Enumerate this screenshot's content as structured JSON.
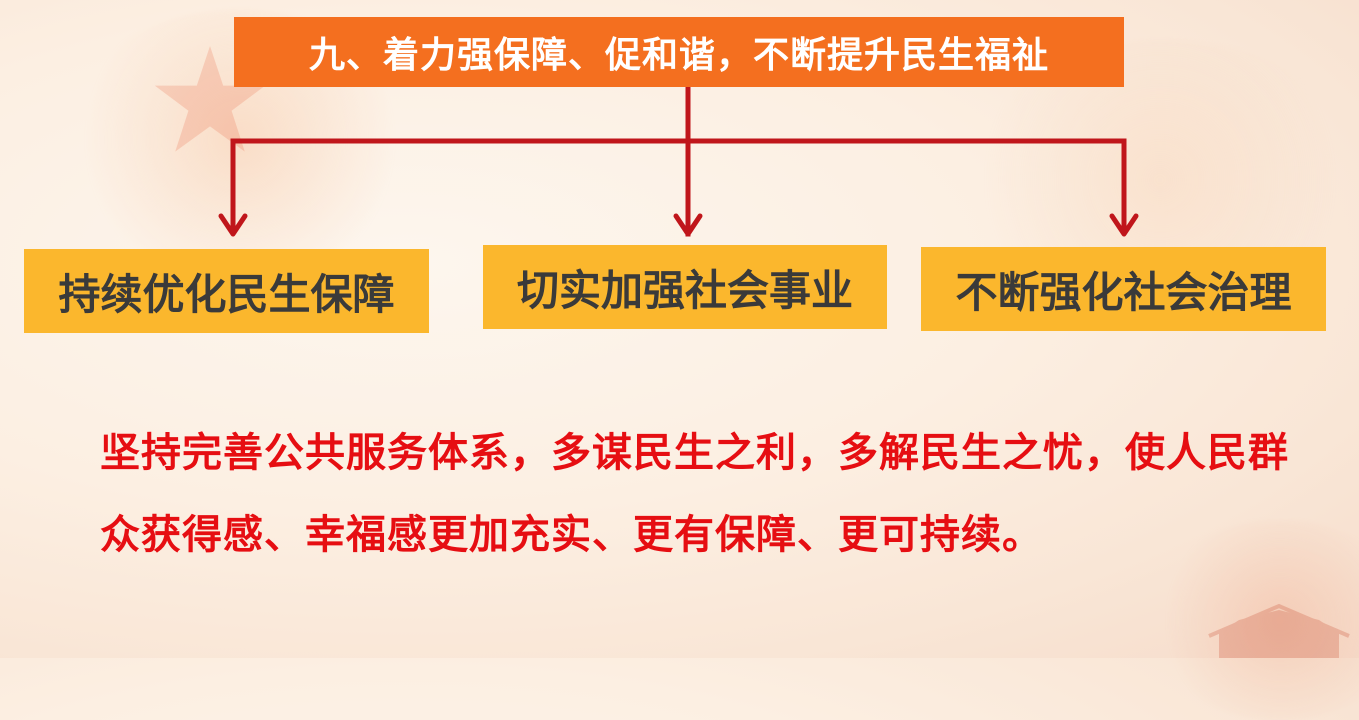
{
  "title": "九、着力强保障、促和谐，不断提升民生福祉",
  "branches": [
    {
      "label": "持续优化民生保障"
    },
    {
      "label": "切实加强社会事业"
    },
    {
      "label": "不断强化社会治理"
    }
  ],
  "summary": "坚持完善公共服务体系，多谋民生之利，多解民生之忧，使人民群众获得感、幸福感更加充实、更有保障、更可持续。",
  "colors": {
    "title_box": "#f46f1f",
    "branch_box": "#fbb72d",
    "connector": "#c0161b",
    "summary_text": "#e60e12"
  }
}
